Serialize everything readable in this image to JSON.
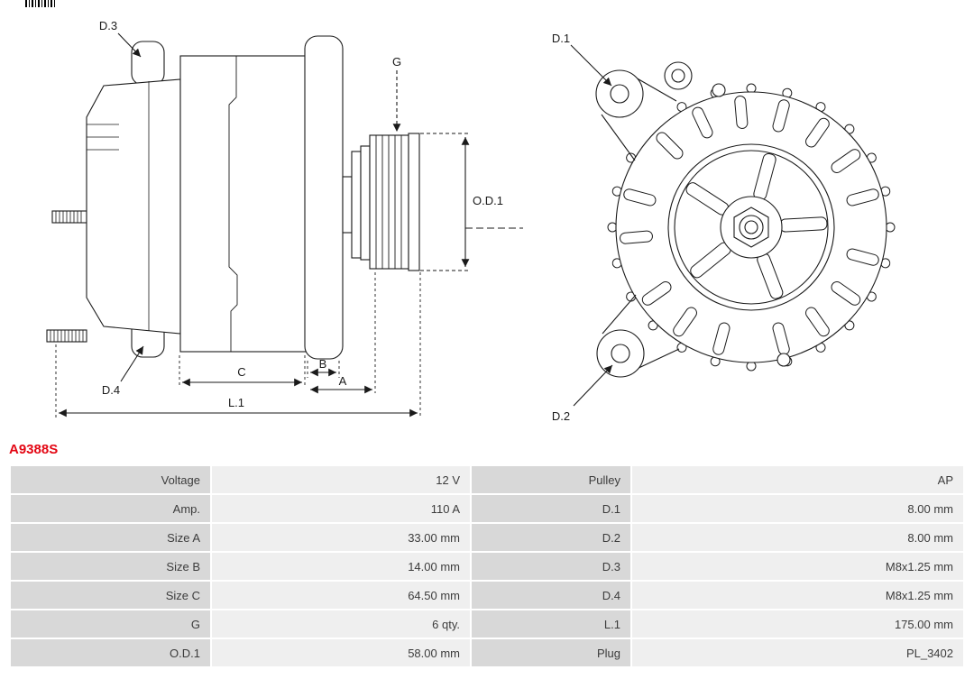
{
  "part_number": "A9388S",
  "colors": {
    "part_number_red": "#e30613",
    "table_label_bg": "#d8d8d8",
    "table_value_bg": "#efefef",
    "drawing_line": "#1a1a1a"
  },
  "diagram": {
    "labels": {
      "d1": "D.1",
      "d2": "D.2",
      "d3": "D.3",
      "d4": "D.4",
      "g": "G",
      "od1": "O.D.1",
      "a": "A",
      "b": "B",
      "c": "C",
      "l1": "L.1"
    }
  },
  "table": {
    "rows": [
      {
        "c1": "Voltage",
        "c2": "12 V",
        "c3": "Pulley",
        "c4": "AP"
      },
      {
        "c1": "Amp.",
        "c2": "110 A",
        "c3": "D.1",
        "c4": "8.00 mm"
      },
      {
        "c1": "Size A",
        "c2": "33.00 mm",
        "c3": "D.2",
        "c4": "8.00 mm"
      },
      {
        "c1": "Size B",
        "c2": "14.00 mm",
        "c3": "D.3",
        "c4": "M8x1.25 mm"
      },
      {
        "c1": "Size C",
        "c2": "64.50 mm",
        "c3": "D.4",
        "c4": "M8x1.25 mm"
      },
      {
        "c1": "G",
        "c2": "6 qty.",
        "c3": "L.1",
        "c4": "175.00 mm"
      },
      {
        "c1": "O.D.1",
        "c2": "58.00 mm",
        "c3": "Plug",
        "c4": "PL_3402"
      }
    ]
  }
}
